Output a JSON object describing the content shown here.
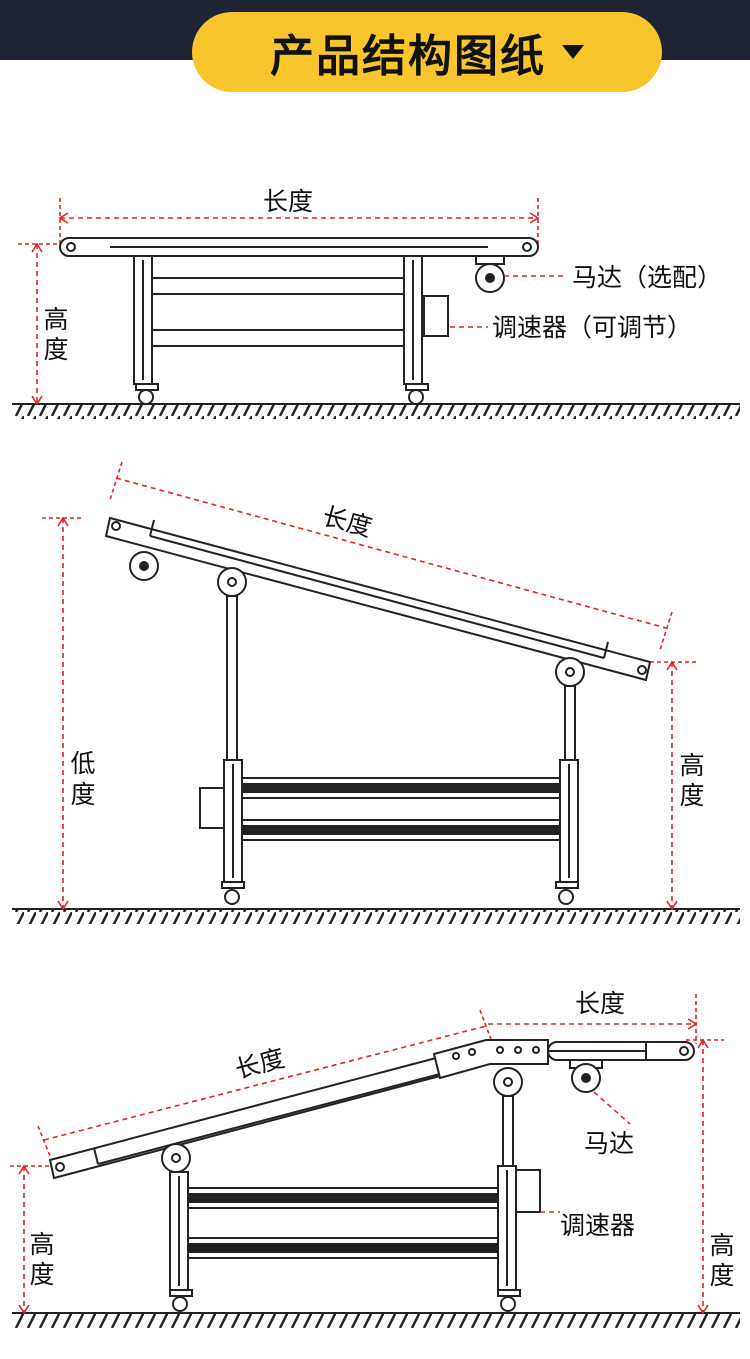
{
  "header": {
    "title": "产品结构图纸"
  },
  "diagram1": {
    "length_label": "长度",
    "height_label_line1": "高",
    "height_label_line2": "度",
    "motor_label": "马达（选配）",
    "controller_label": "调速器（可调节）"
  },
  "diagram2": {
    "length_label": "长度",
    "low_label_line1": "低",
    "low_label_line2": "度",
    "height_label_line1": "高",
    "height_label_line2": "度"
  },
  "diagram3": {
    "incline_length_label": "长度",
    "flat_length_label": "长度",
    "motor_label": "马达",
    "controller_label": "调速器",
    "left_height_line1": "高",
    "left_height_line2": "度",
    "right_height_line1": "高",
    "right_height_line2": "度"
  },
  "colors": {
    "header_band": "#1f2433",
    "title_pill": "#f8c62c",
    "dimension_red": "#e02424",
    "line": "#222222"
  }
}
